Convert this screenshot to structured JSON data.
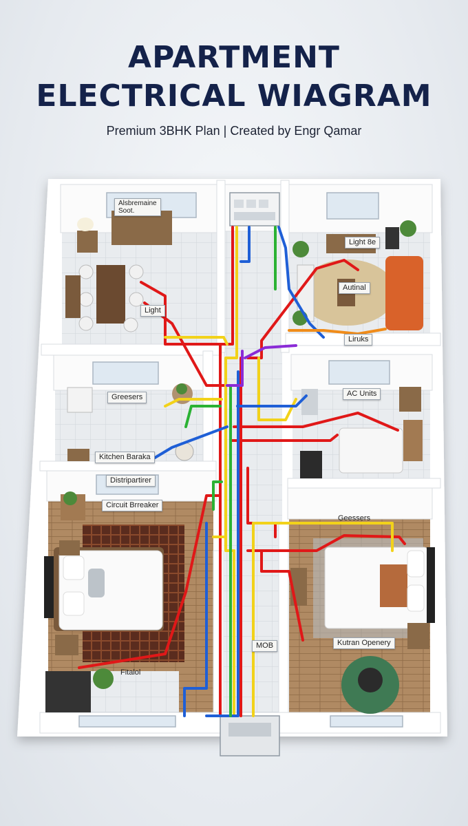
{
  "header": {
    "title_line1": "APARTMENT",
    "title_line2": "ELECTRICAL WIAGRAM",
    "subtitle": "Premium 3BHK Plan | Created by Engr Qamar"
  },
  "labels": {
    "dining_cabinet": "Alsbremaine\nSoot.",
    "dining_light": "Light",
    "living_light": "Light 8e",
    "living_outlet": "Autinal",
    "living_links": "Liruks",
    "kitchen_geysers": "Greesers",
    "kitchen_breaker": "Kitchen Baraka",
    "bedroom_ac": "AC Units",
    "distribution": "Distripartirer",
    "circuit_breaker": "Circuit Brreaker",
    "master_geysers": "Geessers",
    "master_outlet": "Kutran Openery",
    "mdb": "MOB",
    "bottom_label": "Fitalol"
  },
  "colors": {
    "wire_red": "#e01818",
    "wire_yellow": "#f2d21a",
    "wire_blue": "#1f5fd6",
    "wire_green": "#2bb234",
    "wire_purple": "#8a2bd6",
    "wall": "#ffffff",
    "title": "#14224a"
  },
  "icons": [
    "lamp-icon",
    "plant-icon",
    "sofa-icon",
    "bed-icon",
    "table-icon",
    "tv-icon",
    "distribution-panel-icon",
    "ac-unit-icon"
  ]
}
